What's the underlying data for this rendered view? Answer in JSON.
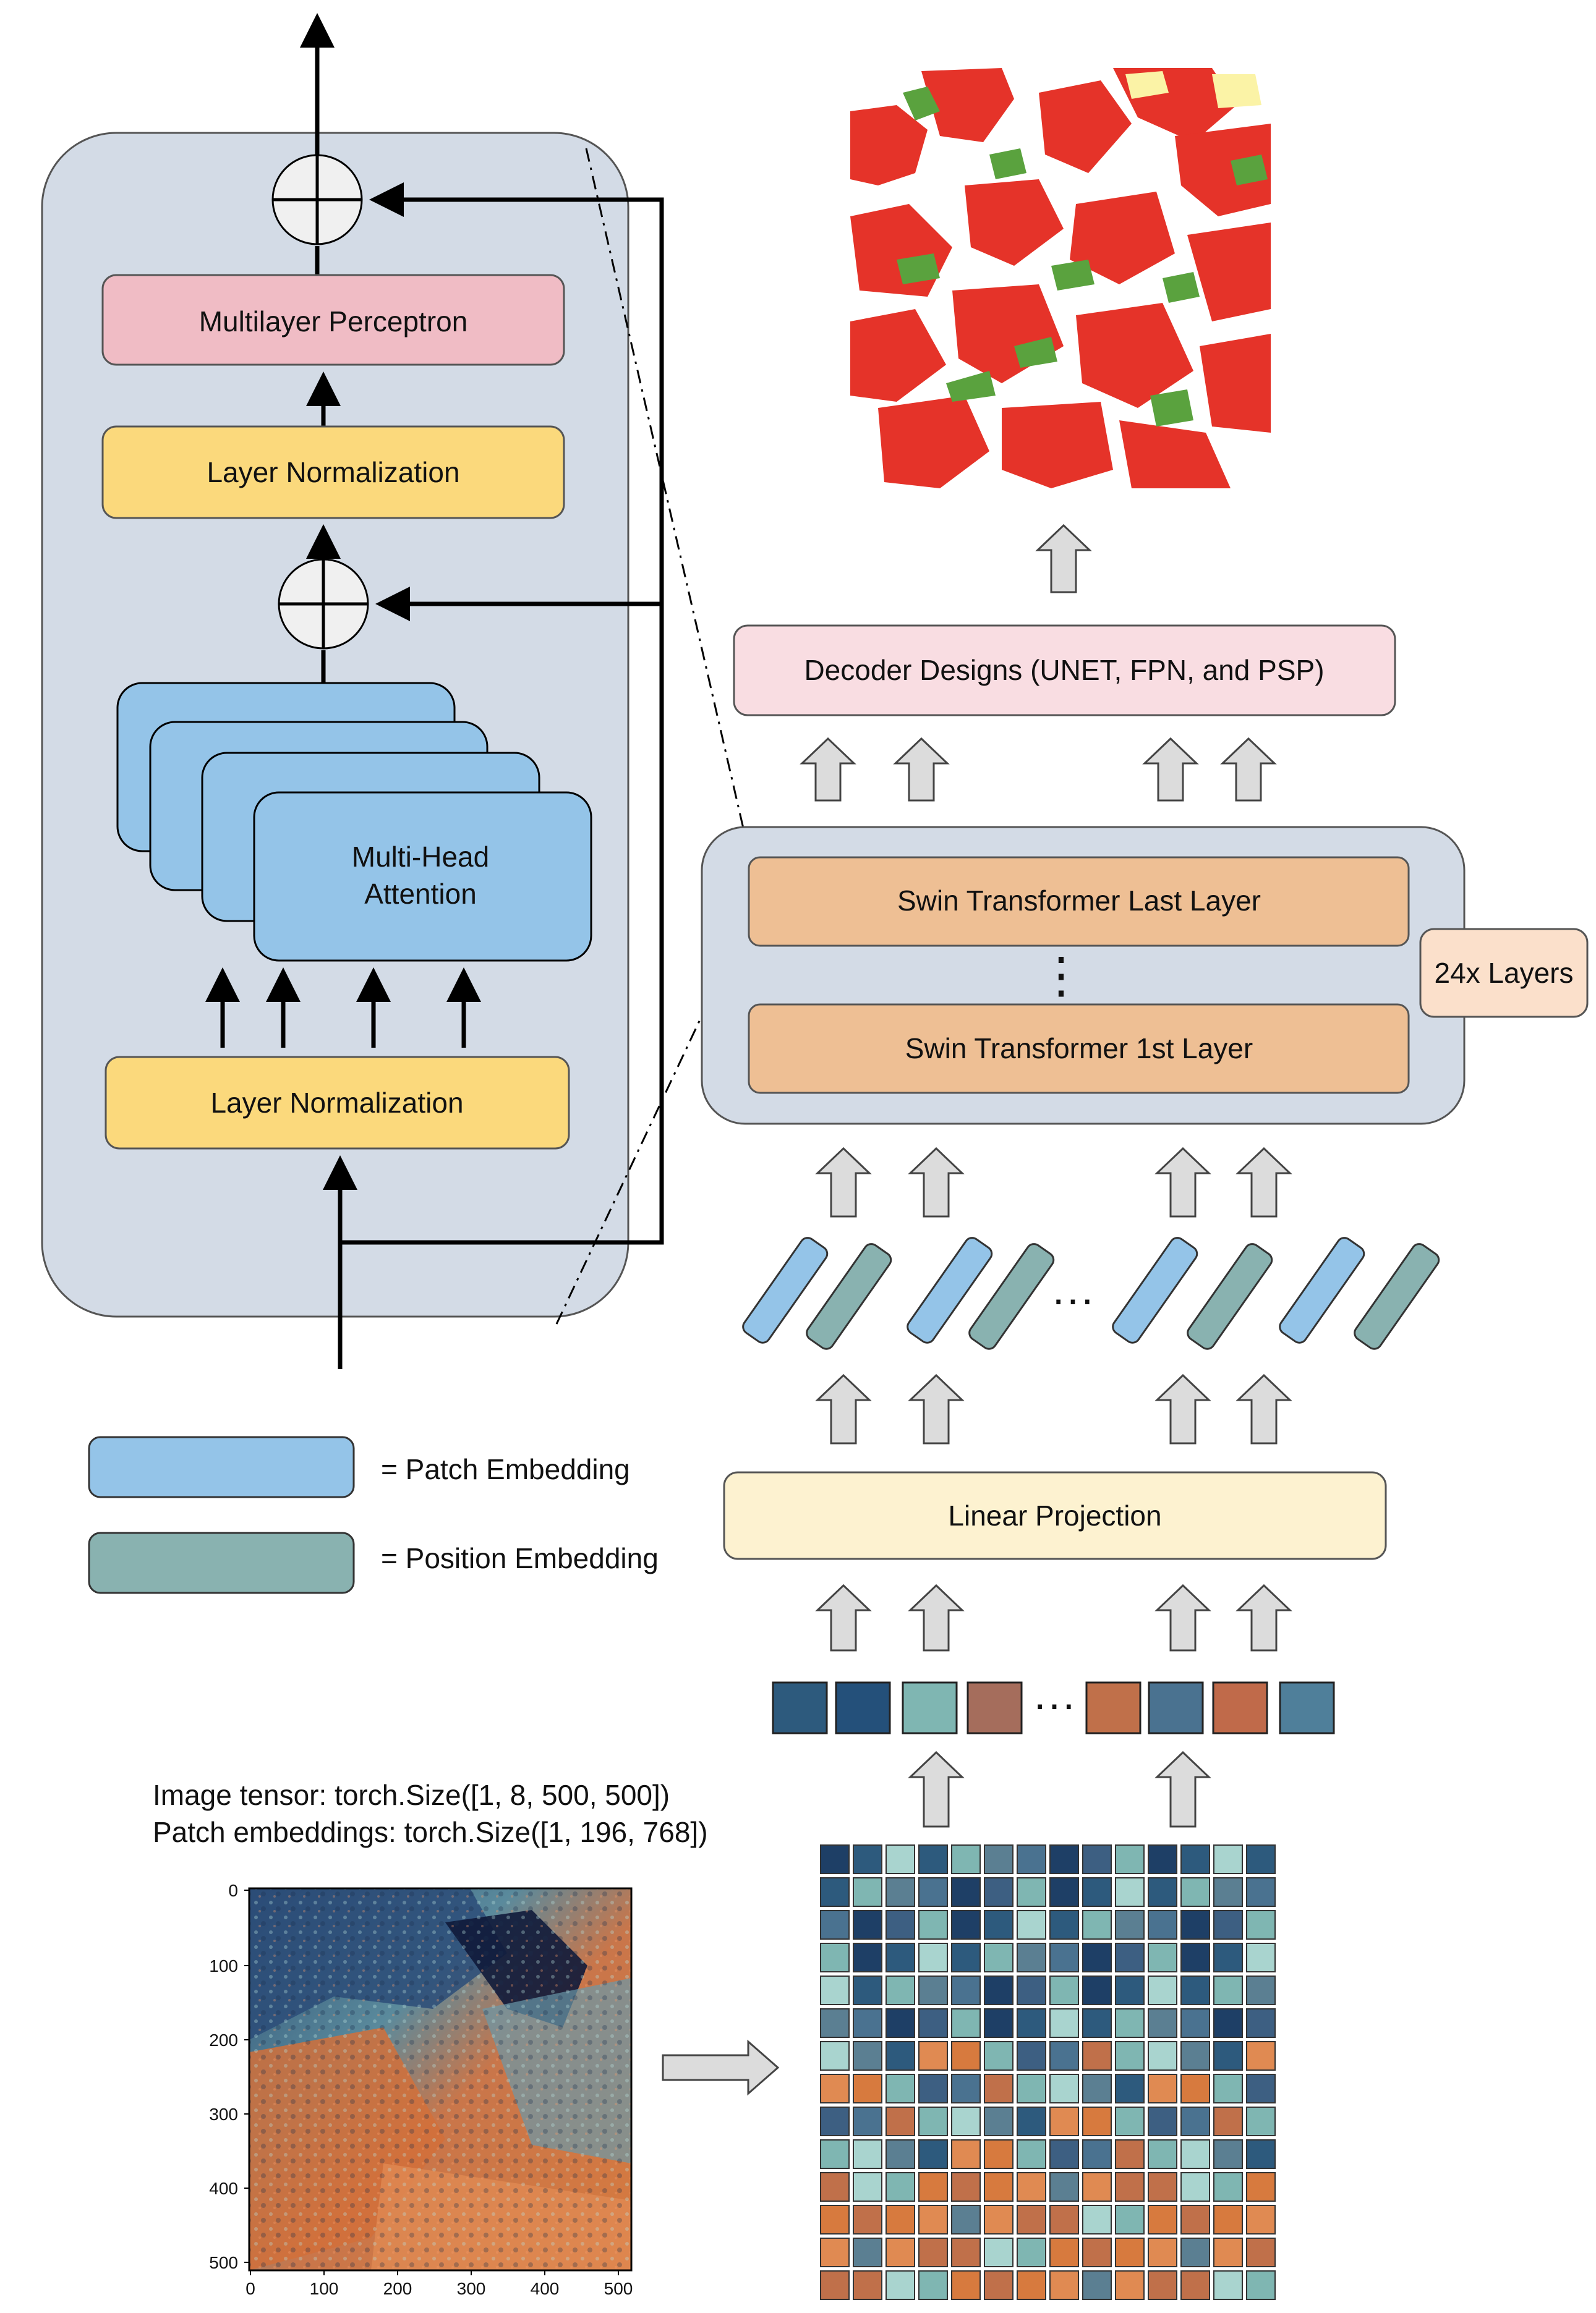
{
  "encoder_block": {
    "mlp": "Multilayer Perceptron",
    "layer_norm_top": "Layer Normalization",
    "mha_line1": "Multi-Head",
    "mha_line2": "Attention",
    "layer_norm_bottom": "Layer Normalization"
  },
  "legend": {
    "patch": "= Patch Embedding",
    "position": "= Position Embedding",
    "patch_color": "#94c4e8",
    "position_color": "#89b2b0"
  },
  "pipeline": {
    "decoder": "Decoder Designs (UNET, FPN, and PSP)",
    "swin_last": "Swin Transformer Last Layer",
    "swin_vdots": "⋮",
    "swin_first": "Swin Transformer 1st Layer",
    "layers_badge": "24x Layers",
    "embed_ellipsis": "···",
    "linear_projection": "Linear Projection",
    "patch_ellipsis": "···"
  },
  "input": {
    "tensor_caption": "Image tensor: torch.Size([1, 8, 500, 500])",
    "patch_caption": "Patch embeddings: torch.Size([1, 196, 768])",
    "y_ticks": [
      "0",
      "100",
      "200",
      "300",
      "400",
      "500"
    ],
    "x_ticks": [
      "0",
      "100",
      "200",
      "300",
      "400",
      "500"
    ]
  },
  "colors": {
    "panel": "#d3dbe6",
    "mlp": "#f0bcc5",
    "layer_norm": "#fbd97c",
    "mha": "#94c4e8",
    "swin": "#eebf94",
    "decoder": "#f9dde2",
    "linear": "#fdf2d0",
    "badge": "#fbe0cb",
    "seg_red": "#e53329",
    "seg_green": "#5aa23e",
    "seg_yellow": "#fbf3a6"
  }
}
